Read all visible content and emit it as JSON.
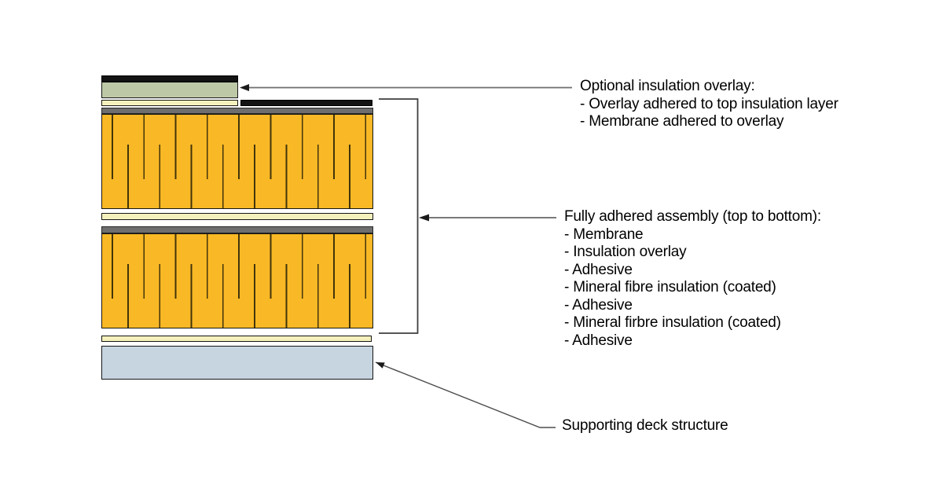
{
  "annotations": {
    "optional_overlay": {
      "title": "Optional insulation overlay:",
      "items": [
        "- Overlay adhered to top insulation layer",
        "- Membrane adhered to overlay"
      ]
    },
    "assembly": {
      "title": "Fully adhered assembly (top to bottom):",
      "items": [
        "- Membrane",
        "- Insulation overlay",
        "- Adhesive",
        "- Mineral fibre insulation (coated)",
        "- Adhesive",
        "- Mineral firbre insulation (coated)",
        "- Adhesive"
      ]
    },
    "deck": {
      "label": "Supporting deck structure"
    }
  },
  "layers": {
    "membrane_color": "#141414",
    "insulation_overlay_color": "#bdc9a6",
    "adhesive_color": "#f5f1bd",
    "coating_color": "#6e6e6e",
    "mineral_fibre_color": "#f9b825",
    "deck_color": "#c7d5e1",
    "joint_line_color": "#42350a",
    "background_color": "#ffffff"
  }
}
